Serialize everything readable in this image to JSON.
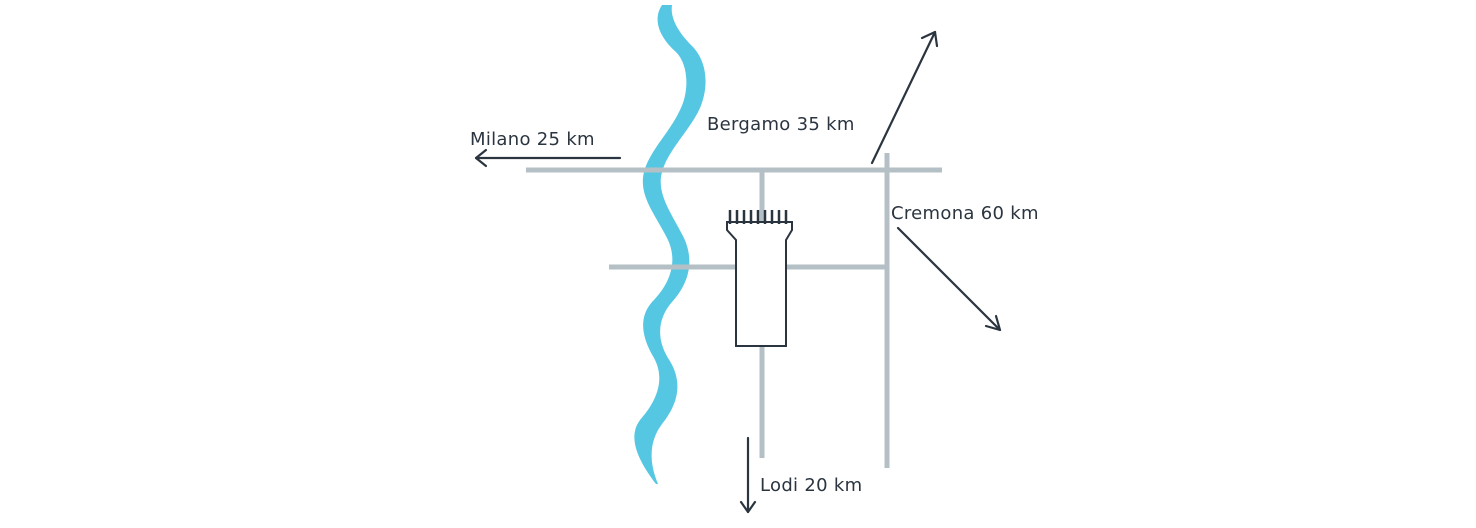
{
  "map": {
    "colors": {
      "river": "#55c7e2",
      "road": "#b5c0c6",
      "ink": "#2b3540",
      "background": "#ffffff"
    },
    "landmark_icon": "castle-tower-icon",
    "directions": [
      {
        "id": "milano",
        "label": "Milano 25 km",
        "direction": "west"
      },
      {
        "id": "bergamo",
        "label": "Bergamo 35 km",
        "direction": "north-east"
      },
      {
        "id": "cremona",
        "label": "Cremona 60 km",
        "direction": "south-east"
      },
      {
        "id": "lodi",
        "label": "Lodi 20 km",
        "direction": "south"
      }
    ]
  }
}
